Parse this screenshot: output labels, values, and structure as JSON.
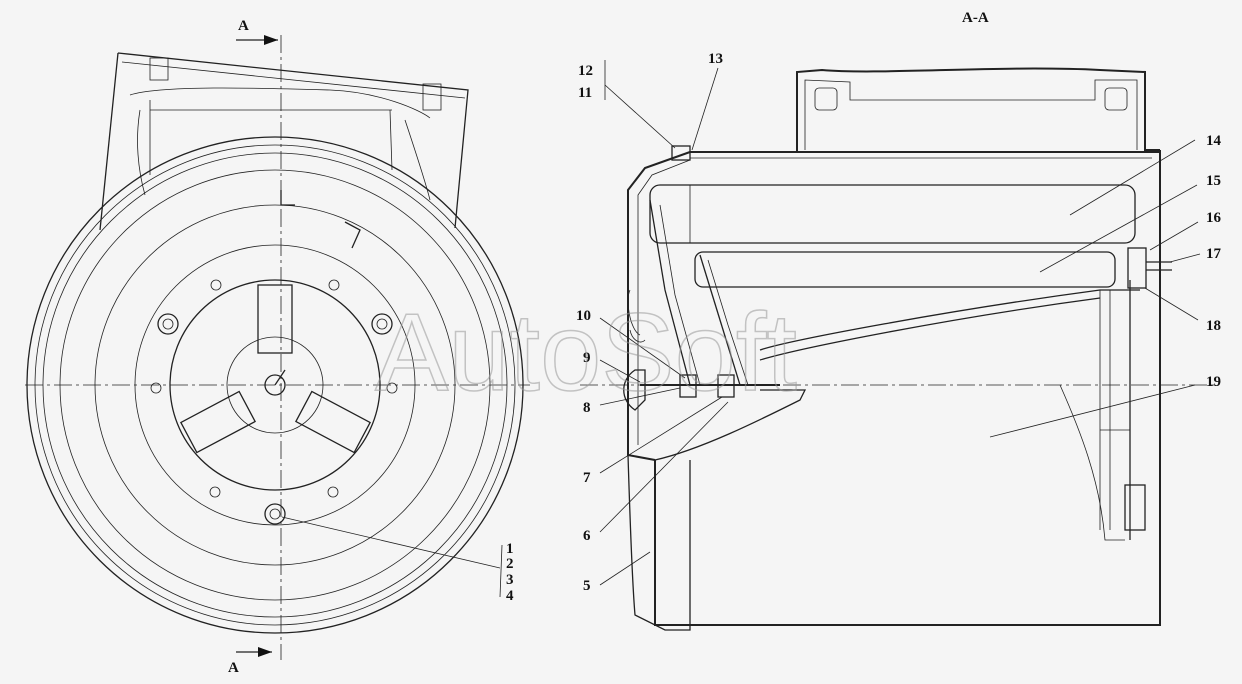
{
  "watermark": "AutoSoft",
  "section_title": "А-А",
  "section_marks": {
    "top": "А",
    "bottom": "А"
  },
  "callouts": {
    "left_group": [
      "1",
      "2",
      "3",
      "4"
    ],
    "c5": "5",
    "c6": "6",
    "c7": "7",
    "c8": "8",
    "c9": "9",
    "c10": "10",
    "c11": "11",
    "c12": "12",
    "c13": "13",
    "c14": "14",
    "c15": "15",
    "c16": "16",
    "c17": "17",
    "c18": "18",
    "c19": "19"
  }
}
